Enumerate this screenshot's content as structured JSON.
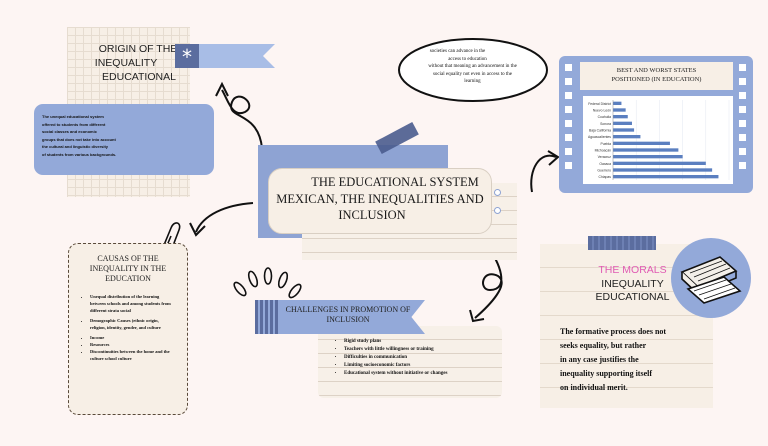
{
  "origin": {
    "title_lines": [
      "ORIGIN OF THE",
      "INEQUALITY",
      "EDUCATIONAL"
    ],
    "text_lines": [
      "The unequal educational system",
      "offered to students from different",
      "social classes and economic",
      "groups that does not take into account",
      "the cultural and linguistic diversity",
      "of students from various backgrounds."
    ]
  },
  "bubble": {
    "lines": [
      "societies can advance in the",
      "access to education",
      "without that meaning an advancement in the",
      "social equality not even in access to the",
      "learning"
    ]
  },
  "chart_box": {
    "title_lines": [
      "BEST AND WORST STATES",
      "POSITIONED (IN EDUCATION)"
    ]
  },
  "chart_data": {
    "type": "bar",
    "orientation": "horizontal",
    "categories": [
      "Federal District",
      "Nuevo León",
      "Coahuila",
      "Sonora",
      "Baja California",
      "Aguascalientes",
      "Puebla",
      "Michoacán",
      "Veracruz",
      "Oaxaca",
      "Guerrero",
      "Chiapas"
    ],
    "values": [
      4,
      6,
      7,
      9,
      10,
      13,
      27,
      31,
      33,
      44,
      47,
      50
    ],
    "xlim": [
      0,
      55
    ]
  },
  "central": {
    "title_lines": [
      "THE EDUCATIONAL SYSTEM",
      "MEXICAN, THE INEQUALITIES AND",
      "INCLUSION"
    ]
  },
  "causes": {
    "title_lines": [
      "CAUSAS OF THE",
      "INEQUALITY IN THE",
      "EDUCATION"
    ],
    "items": [
      "Unequal distribution of the learning between schools and among students from different strata social",
      "Demographic Causes (ethnic origin, religion, identity, gender, and culture",
      "Income",
      "Resources",
      "Discontinuities between the home and the culture school culture"
    ]
  },
  "challenges": {
    "title_lines": [
      "CHALLENGES IN PROMOTION OF",
      "INCLUSION"
    ],
    "items": [
      "Rigid study plans",
      "Teachers with little willingness or training",
      "Difficulties in communication",
      "Limiting socioeconomic factors",
      "Educational system without initiative or changes"
    ]
  },
  "morals": {
    "title_lines": [
      "THE MORALS",
      "INEQUALITY",
      "EDUCATIONAL"
    ],
    "text_lines": [
      "The formative process does not",
      "seeks equality, but rather",
      "in any case justifies the",
      "inequality supporting itself",
      "on individual merit."
    ]
  },
  "colors": {
    "accent_blue": "#93a9d9",
    "dark_blue": "#5b6d9f",
    "pink_title": "#e05bb3",
    "paper": "#f7efe6"
  }
}
